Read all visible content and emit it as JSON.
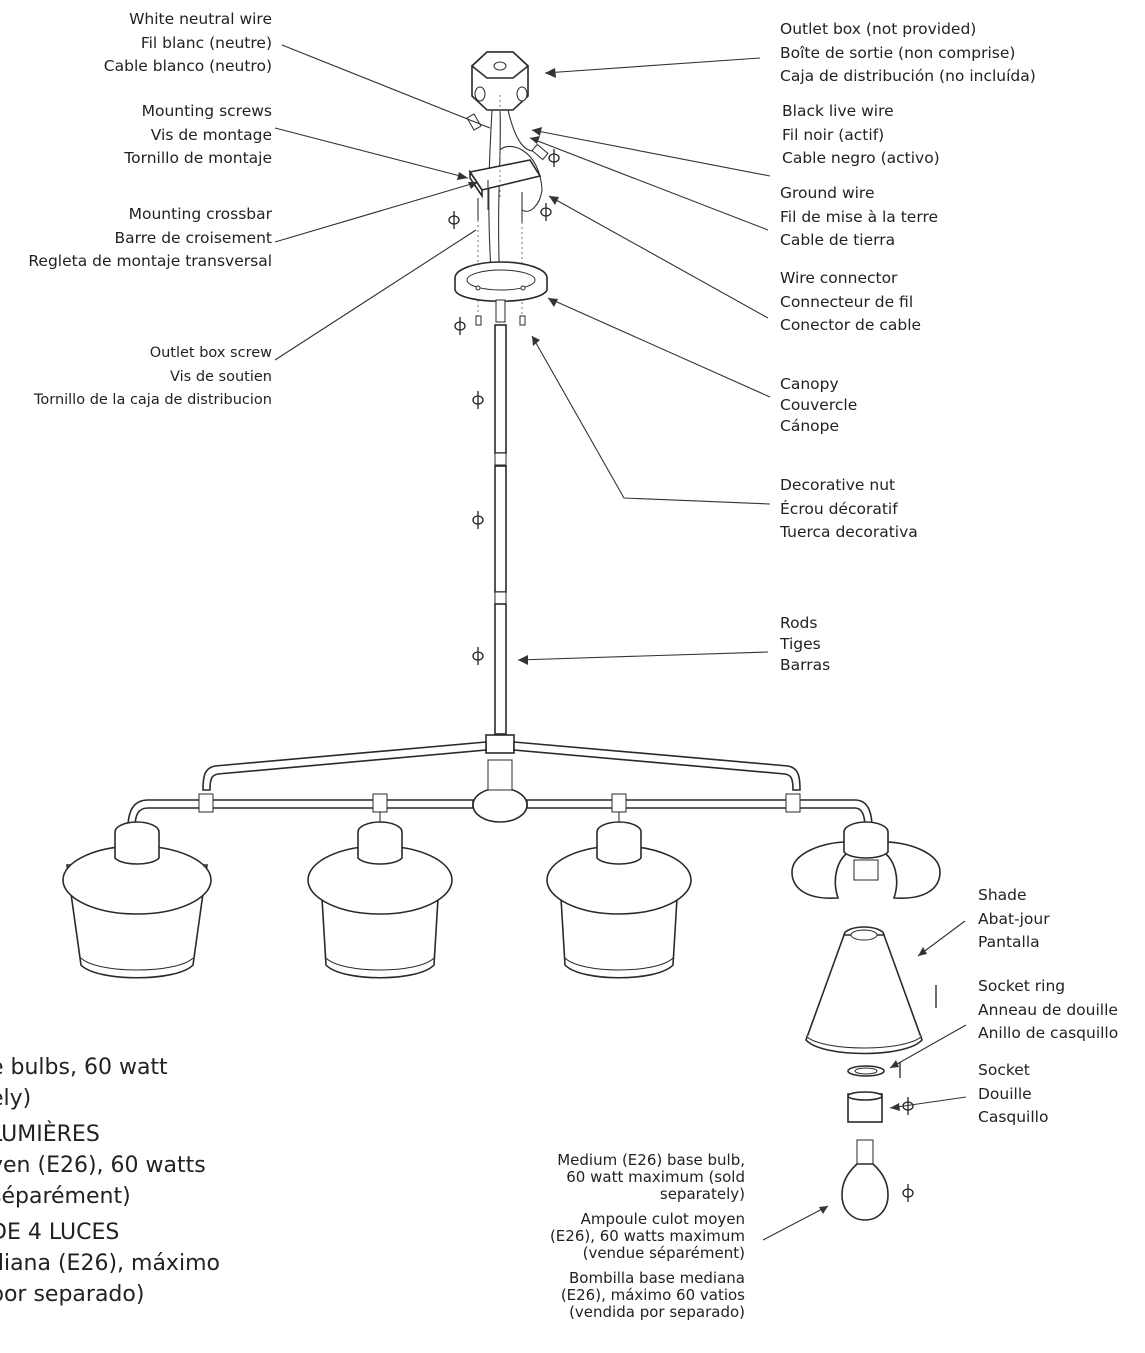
{
  "labels": {
    "white_neutral_wire": [
      "White neutral wire",
      "Fil blanc (neutre)",
      "Cable blanco (neutro)"
    ],
    "mounting_screws": [
      "Mounting screws",
      "Vis de montage",
      "Tornillo de montaje"
    ],
    "mounting_crossbar": [
      "Mounting crossbar",
      "Barre de croisement",
      "Regleta de montaje transversal"
    ],
    "outlet_box_screw": [
      "Outlet box screw",
      "Vis de soutien",
      "Tornillo de la caja de distribucion"
    ],
    "outlet_box": [
      "Outlet box (not provided)",
      "Boîte de sortie (non comprise)",
      "Caja de distribución (no incluída)"
    ],
    "black_live_wire": [
      "Black live wire",
      "Fil noir (actif)",
      "Cable negro (activo)"
    ],
    "ground_wire": [
      "Ground wire",
      "Fil de mise à la terre",
      "Cable de tierra"
    ],
    "wire_connector": [
      "Wire connector",
      "Connecteur de fil",
      "Conector de cable"
    ],
    "canopy": [
      "Canopy",
      "Couvercle",
      "Cánope"
    ],
    "decorative_nut": [
      "Decorative nut",
      "Écrou décoratif",
      "Tuerca decorativa"
    ],
    "rods": [
      "Rods",
      "Tiges",
      "Barras"
    ],
    "shade": [
      "Shade",
      "Abat-jour",
      "Pantalla"
    ],
    "socket_ring": [
      "Socket ring",
      "Anneau de douille",
      "Anillo de casquillo"
    ],
    "socket": [
      "Socket",
      "Douille",
      "Casquillo"
    ],
    "bulb": [
      [
        "Medium (E26) base bulb,",
        "60 watt maximum (sold",
        "separately)"
      ],
      [
        "Ampoule culot moyen",
        "(E26), 60 watts maximum",
        "(vendue séparément)"
      ],
      [
        "Bombilla base mediana",
        "(E26), máximo 60 vatios",
        "(vendida por separado)"
      ]
    ]
  },
  "spec_text": {
    "line1": "e bulbs, 60 watt",
    "line2": "ely)",
    "head_fr": "LUMIÈRES",
    "line3": "yen (E26), 60 watts",
    "line4": "séparément)",
    "head_es": "DE 4 LUCES",
    "line5": "diana (E26), máximo",
    "line6": "por separado)"
  }
}
